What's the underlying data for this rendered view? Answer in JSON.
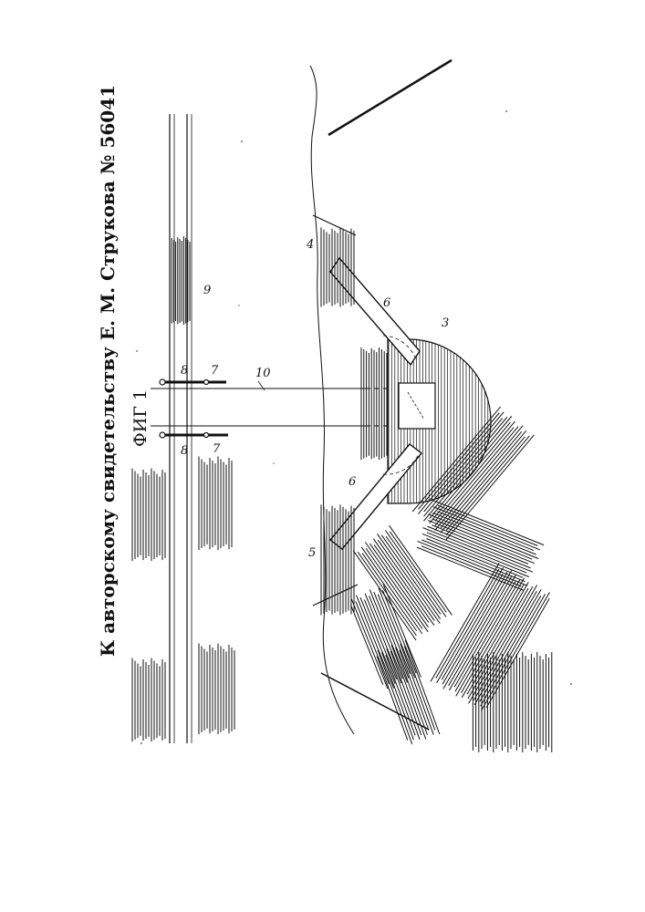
{
  "heading": "К авторскому свидетельству Е. М. Струкова № 56041",
  "figure_label": "ФИГ 1",
  "part_numbers": {
    "n3": "3",
    "n4": "4",
    "n5": "5",
    "n6_top": "6",
    "n6_bottom": "6",
    "n7_top": "7",
    "n7_bottom": "7",
    "n8_top": "8",
    "n8_bottom": "8",
    "n9": "9",
    "n10": "10"
  },
  "colors": {
    "ink": "#111111",
    "paper": "#ffffff"
  }
}
